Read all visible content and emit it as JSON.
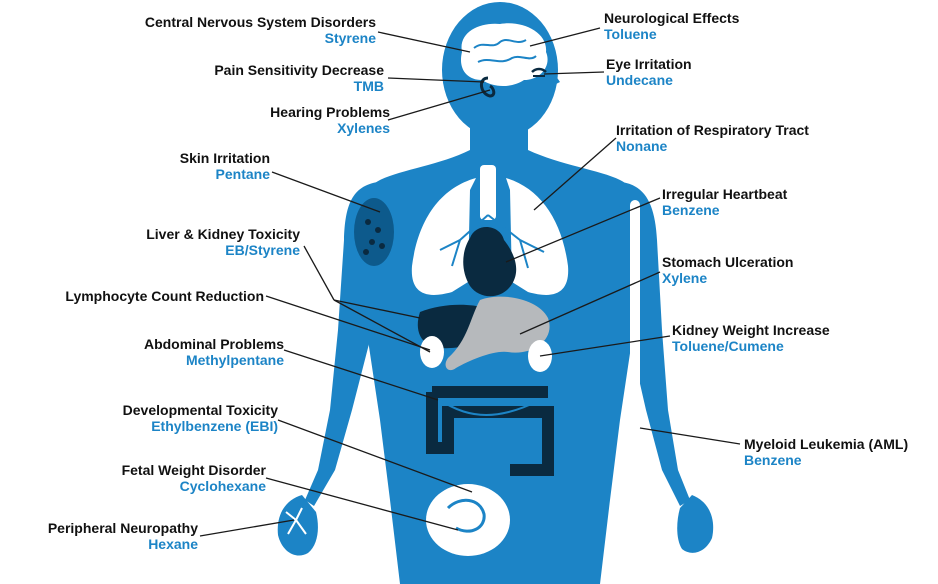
{
  "colors": {
    "body": "#1c84c6",
    "body_dark": "#0d5a8c",
    "organ_dark": "#0a2a40",
    "label_text": "#111111",
    "chemical_text": "#1c84c6",
    "organ_light": "#ffffff",
    "stomach": "#b6b9bc"
  },
  "labels": [
    {
      "id": "cns",
      "effect": "Central Nervous System Disorders",
      "chemical": "Styrene"
    },
    {
      "id": "pain",
      "effect": "Pain Sensitivity Decrease",
      "chemical": "TMB"
    },
    {
      "id": "hearing",
      "effect": "Hearing Problems",
      "chemical": "Xylenes"
    },
    {
      "id": "skin",
      "effect": "Skin Irritation",
      "chemical": "Pentane"
    },
    {
      "id": "liver",
      "effect": "Liver & Kidney Toxicity",
      "chemical": "EB/Styrene"
    },
    {
      "id": "lympho",
      "effect": "Lymphocyte Count Reduction",
      "chemical": ""
    },
    {
      "id": "abdominal",
      "effect": "Abdominal Problems",
      "chemical": "Methylpentane"
    },
    {
      "id": "developmental",
      "effect": "Developmental Toxicity",
      "chemical": "Ethylbenzene (EBI)"
    },
    {
      "id": "fetal",
      "effect": "Fetal Weight Disorder",
      "chemical": "Cyclohexane"
    },
    {
      "id": "peripheral",
      "effect": "Peripheral Neuropathy",
      "chemical": "Hexane"
    },
    {
      "id": "neuro",
      "effect": "Neurological Effects",
      "chemical": "Toluene"
    },
    {
      "id": "eye",
      "effect": "Eye Irritation",
      "chemical": "Undecane"
    },
    {
      "id": "resp",
      "effect": "Irritation of Respiratory Tract",
      "chemical": "Nonane"
    },
    {
      "id": "heart",
      "effect": "Irregular Heartbeat",
      "chemical": "Benzene"
    },
    {
      "id": "stomach",
      "effect": "Stomach Ulceration",
      "chemical": "Xylene"
    },
    {
      "id": "kidney",
      "effect": "Kidney Weight Increase",
      "chemical": "Toluene/Cumene"
    },
    {
      "id": "aml",
      "effect": "Myeloid Leukemia (AML)",
      "chemical": "Benzene"
    }
  ]
}
